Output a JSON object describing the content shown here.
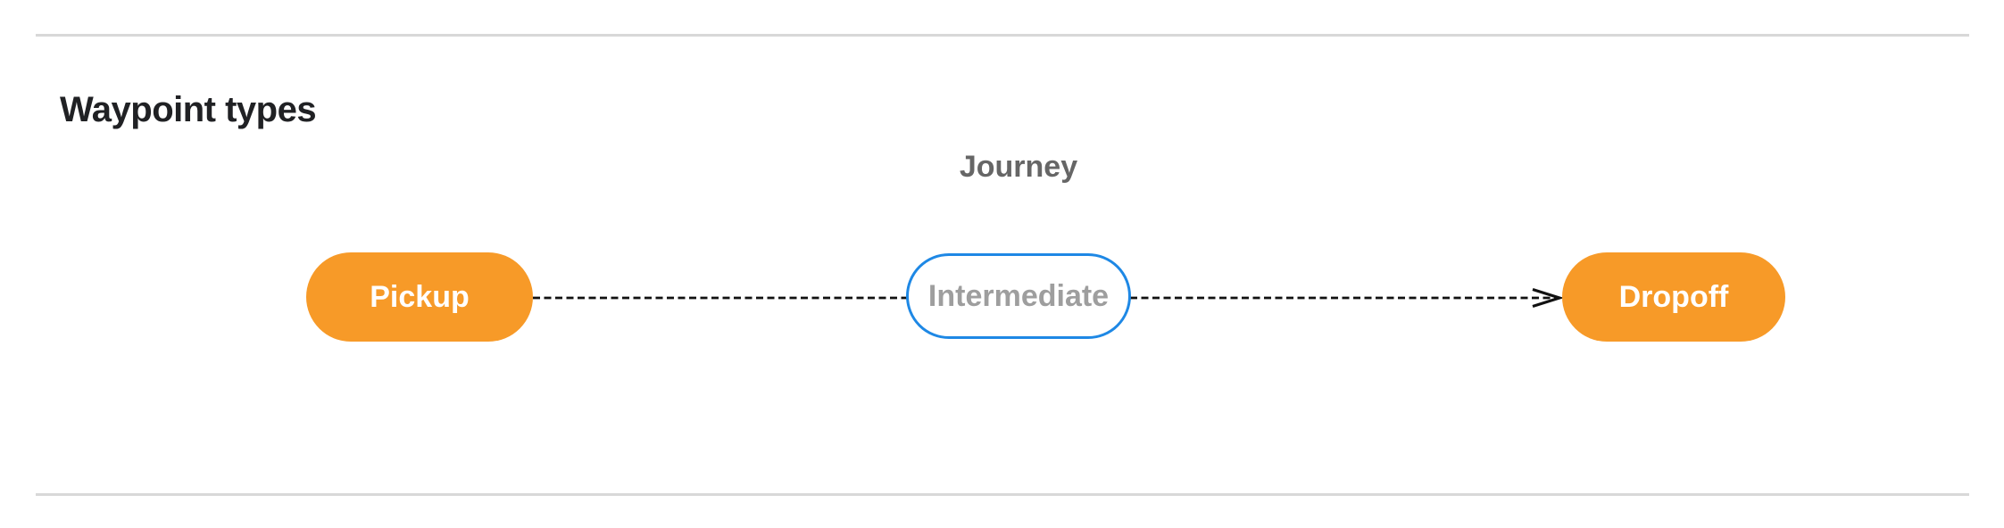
{
  "section": {
    "title": "Waypoint types"
  },
  "diagram": {
    "title": "Journey",
    "nodes": [
      {
        "id": "pickup",
        "label": "Pickup",
        "style": "filled-orange"
      },
      {
        "id": "intermediate",
        "label": "Intermediate",
        "style": "outlined-blue"
      },
      {
        "id": "dropoff",
        "label": "Dropoff",
        "style": "filled-orange"
      }
    ],
    "edges": [
      {
        "from": "pickup",
        "to": "intermediate",
        "style": "dashed",
        "arrowhead": false
      },
      {
        "from": "intermediate",
        "to": "dropoff",
        "style": "dashed",
        "arrowhead": true
      }
    ]
  },
  "colors": {
    "node-fill-orange": "#F79A28",
    "node-border-blue": "#1E88E5",
    "node-text-white": "#FFFFFF",
    "node-text-gray": "#9E9E9E",
    "diagram-title-gray": "#666666",
    "heading-black": "#202124",
    "divider-gray": "#D8D8D8",
    "edge-black": "#111111",
    "background": "#FFFFFF"
  }
}
